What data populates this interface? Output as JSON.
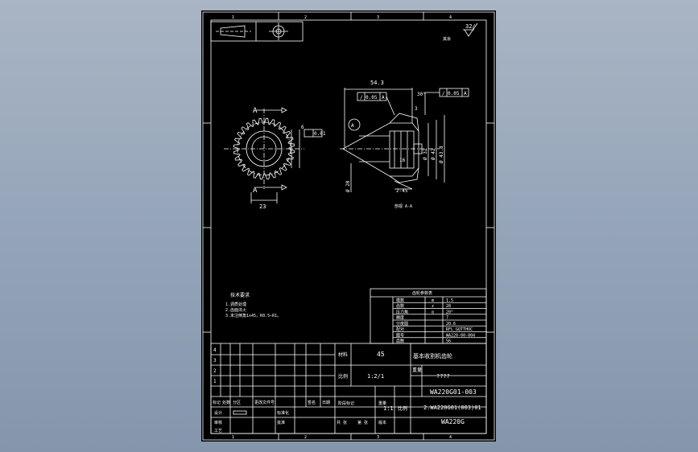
{
  "zone_numbers": {
    "top": [
      "1",
      "2",
      "3",
      "4"
    ],
    "bottom": [
      "1",
      "2",
      "3",
      "4"
    ]
  },
  "roughness": {
    "value": "32/",
    "note": "其余"
  },
  "views": {
    "side_view": {
      "section_label": "A",
      "dim_width": "23",
      "dim_side": "6",
      "tol": "0.01",
      "tol_ref": "A"
    },
    "section_view": {
      "datum": "A",
      "dim_top": "54.3",
      "angle": "30°",
      "gdt_left": {
        "sym": "/",
        "val": "0.05",
        "ref": "A"
      },
      "gdt_right": {
        "sym": "/",
        "val": "0.05",
        "ref": "A"
      },
      "dim_small": "3",
      "dim_d1": "Ø 32",
      "dim_d2": "Ø 42",
      "dim_d3": "Ø 43.8",
      "dim_d4": "Ø 20",
      "dim_16": "16",
      "dim_chamfer": "2-45",
      "caption": "剖视 A-A"
    }
  },
  "tech_requirements": {
    "title": "技术要求",
    "items": [
      "1.调质处理",
      "2.齿面淬火",
      "3.未注倒角1x45，R0.5—R1。"
    ]
  },
  "gear_table": {
    "title": "齿轮参数表",
    "rows": [
      [
        "模数",
        "m",
        "1.5"
      ],
      [
        "齿数",
        "z",
        "28"
      ],
      [
        "压力角",
        "α",
        "20°"
      ],
      [
        "精度",
        "",
        "7"
      ],
      [
        "分度圆",
        "",
        "20.6"
      ],
      [
        "配对",
        "",
        "RFL_GQTTHOC"
      ],
      [
        "图号",
        "",
        "WA220-00-004"
      ],
      [
        "齿数",
        "",
        "56"
      ]
    ]
  },
  "title_block": {
    "rev_rows": [
      "4",
      "3",
      "2",
      "1"
    ],
    "material_label": "材料",
    "material": "45",
    "part_name": "基本收割机齿轮",
    "scale_label": "比例",
    "scale": "1:2/1",
    "weight_label": "重量",
    "weight": "????",
    "drawing_no": "WA220G01-003",
    "sub_assembly": "2.WA220G01(003)01",
    "assembly": "WA220G",
    "ratio_label": "比例",
    "ratio": "1:1",
    "headers": [
      "标记",
      "处数",
      "分区",
      "更改文件号",
      "签名",
      "日期"
    ],
    "roles": [
      "设计",
      "审核",
      "工艺"
    ],
    "roles2": [
      "标准化",
      "批准"
    ],
    "stage_labels": [
      "阶段标记",
      "重量"
    ],
    "sheet_labels": [
      "共 张",
      "第 张",
      "版本"
    ]
  }
}
